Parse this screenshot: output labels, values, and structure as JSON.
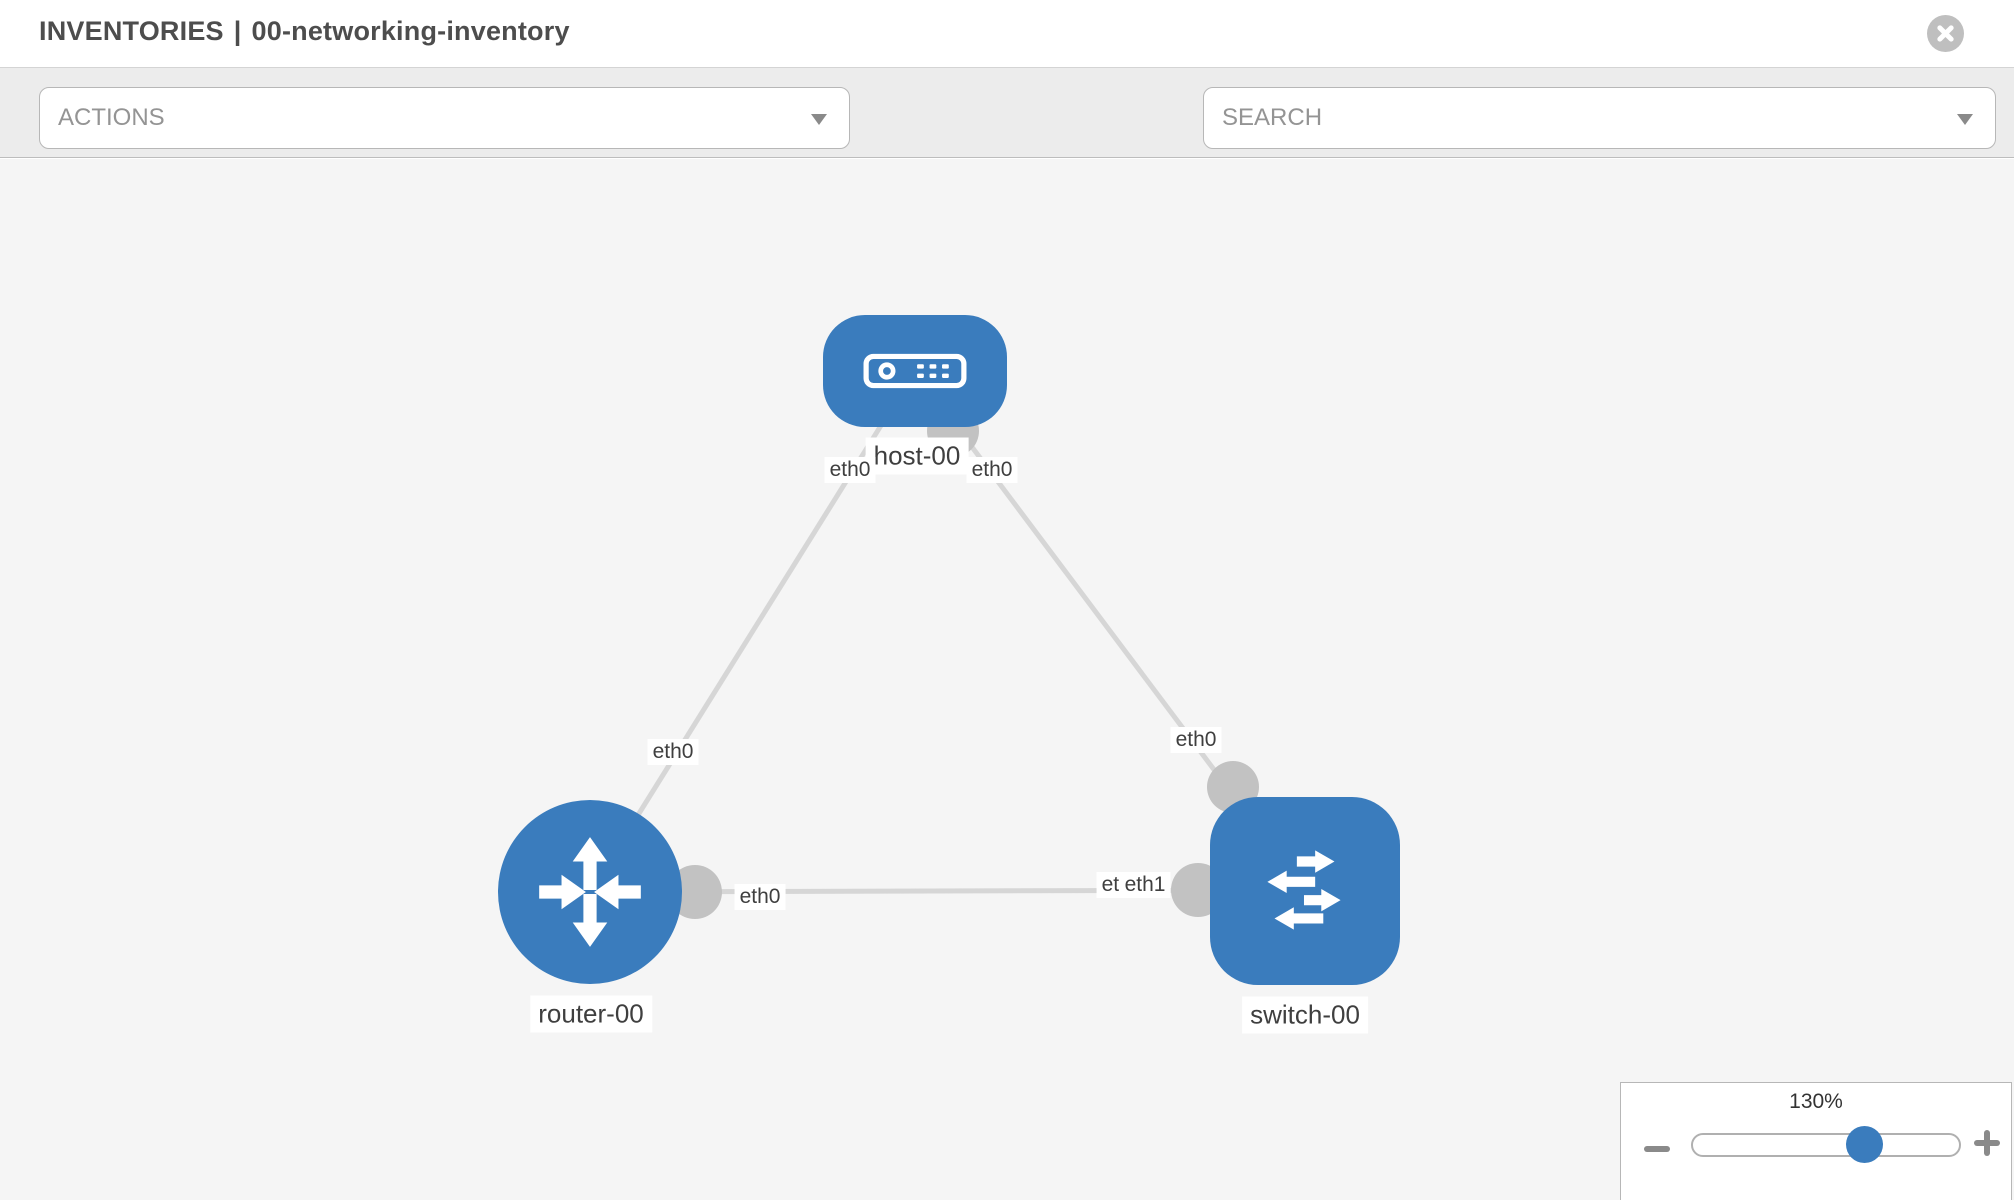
{
  "header": {
    "section": "INVENTORIES",
    "separator": "|",
    "inventory_name": "00-networking-inventory",
    "close_icon": "circle-x-icon"
  },
  "toolbar": {
    "actions_dropdown": {
      "label": "ACTIONS",
      "icon": "chevron-down-icon"
    },
    "wrench_tool": {
      "icon": "wrench-icon"
    },
    "key_tool": {
      "icon": "key-icon"
    },
    "search_dropdown": {
      "label": "SEARCH",
      "icon": "chevron-down-icon"
    }
  },
  "colors": {
    "node_blue": "#3a7cbd",
    "link_gray": "#d6d6d6",
    "interface_dot_gray": "#c2c2c2",
    "canvas_bg": "#f5f5f5",
    "toolbar_bg": "#ececec",
    "icon_gray": "#8c8c8c",
    "label_text": "#3f3f3f"
  },
  "topology": {
    "nodes": [
      {
        "id": "host-00",
        "label": "host-00",
        "type": "host",
        "icon": "host-icon"
      },
      {
        "id": "router-00",
        "label": "router-00",
        "type": "router",
        "icon": "router-icon"
      },
      {
        "id": "switch-00",
        "label": "switch-00",
        "type": "switch",
        "icon": "switch-icon"
      }
    ],
    "links": [
      {
        "from": "host-00",
        "to": "router-00",
        "from_interface": "eth0",
        "to_interface": "eth0"
      },
      {
        "from": "host-00",
        "to": "switch-00",
        "from_interface": "eth0",
        "to_interface": "eth0"
      },
      {
        "from": "router-00",
        "to": "switch-00",
        "from_interface": "eth0",
        "to_interface": "eth1"
      }
    ],
    "interface_labels": [
      {
        "text": "eth0"
      },
      {
        "text": "eth0"
      },
      {
        "text": "eth0"
      },
      {
        "text": "eth0"
      },
      {
        "text": "eth0"
      },
      {
        "text": "eth0"
      },
      {
        "text": "eth1"
      }
    ]
  },
  "zoom_control": {
    "level": "130%",
    "zoom_out_icon": "minus-icon",
    "zoom_in_icon": "plus-icon",
    "slider_percent": 64.5
  }
}
